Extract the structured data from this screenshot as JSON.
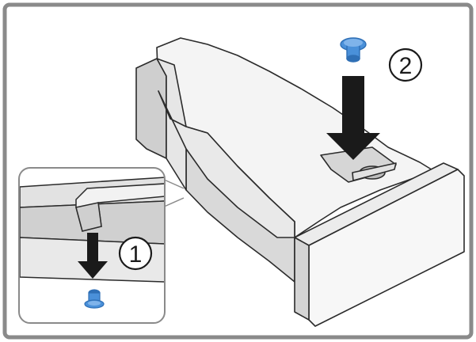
{
  "figure": {
    "steps": [
      {
        "label": "1",
        "action": "push-down",
        "part": "blue-pin"
      },
      {
        "label": "2",
        "action": "push-down",
        "part": "blue-pin"
      }
    ],
    "colors": {
      "frame": "#8a8a8a",
      "outline": "#2b2b2b",
      "drawer_light": "#f4f4f4",
      "drawer_shade": "#d9d9d9",
      "drawer_dark": "#bdbdbd",
      "pin": "#4a90d9",
      "pin_dark": "#2f6fb5",
      "arrow": "#1a1a1a"
    }
  }
}
